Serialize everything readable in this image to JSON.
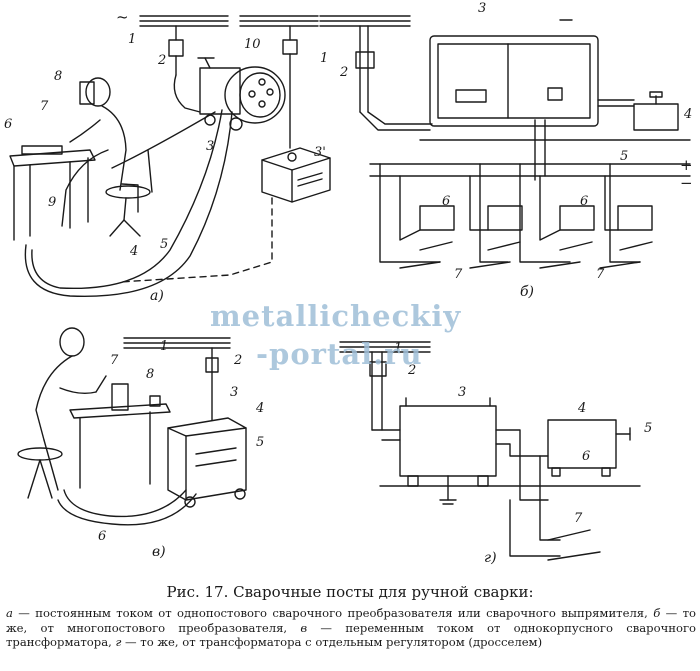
{
  "figure": {
    "panel_labels": [
      "а)",
      "б)",
      "в)",
      "г)"
    ],
    "signs": {
      "plus": "+",
      "minus": "−"
    },
    "wave_mark": "~",
    "panel_a_numbers": [
      "1",
      "2",
      "3",
      "3'",
      "4",
      "5",
      "6",
      "7",
      "8",
      "9",
      "10"
    ],
    "panel_b_numbers": [
      "1",
      "2",
      "3",
      "4",
      "5",
      "6",
      "6",
      "7",
      "7"
    ],
    "panel_v_numbers": [
      "1",
      "2",
      "3",
      "4",
      "5",
      "6",
      "7",
      "8"
    ],
    "panel_g_numbers": [
      "1",
      "2",
      "3",
      "4",
      "5",
      "6",
      "7"
    ],
    "watermark": [
      "metallicheckiy",
      "-portal.ru"
    ]
  },
  "caption": "Рис. 17. Сварочные посты для ручной сварки:",
  "legend": [
    {
      "key": "а",
      "text": " — постоянным током от однопостового сварочного преобразователя или сварочного выпрямителя, "
    },
    {
      "key": "б",
      "text": " — то же, от многопостового преобразователя, "
    },
    {
      "key": "в",
      "text": " — переменным током от однокорпусного сварочного трансформатора, "
    },
    {
      "key": "г",
      "text": " — то же, от трансформатора с отдельным регулятором (дросселем)"
    }
  ],
  "colors": {
    "ink": "#1a1a1a",
    "watermark": "#9fbfd8",
    "background": "#ffffff"
  }
}
